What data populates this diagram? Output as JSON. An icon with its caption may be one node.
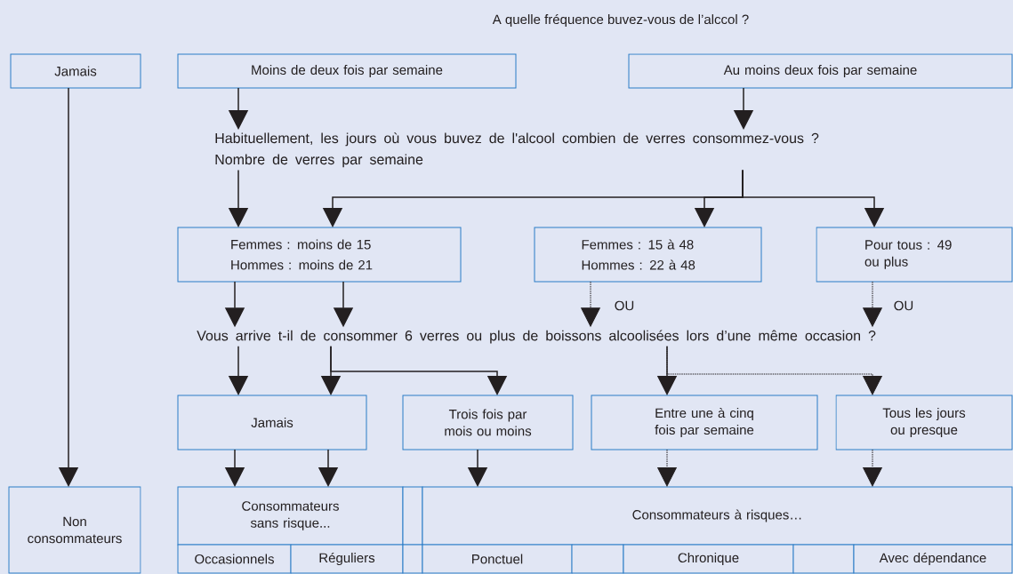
{
  "diagram": {
    "nodes": [
      {
        "text": [
          "Jamais"
        ]
      },
      {
        "text": [
          "Moins de deux fois par semaine"
        ]
      },
      {
        "text": [
          "Au moins deux fois par semaine"
        ]
      },
      {
        "text": [
          "Habituellement, les jours où vous buvez de l'alcool combien de verres consommez-vous ?",
          "Nombre de verres par semaine"
        ]
      },
      {
        "text": [
          "Femmes : moins de 15",
          "Hommes : moins de 21"
        ]
      },
      {
        "text": [
          "Femmes : 15 à 48",
          "Hommes : 22 à 48"
        ]
      },
      {
        "text": [
          "Pour tous : 49 ou plus"
        ]
      },
      {
        "text": [
          "Vous arrive t-il de consommer 6 verres ou plus de boissons alcoolisées lors d’une même occasion ?"
        ]
      },
      {
        "text": [
          "Jamais"
        ]
      },
      {
        "text": [
          "Trois fois par mois ou moins"
        ]
      },
      {
        "text": [
          "Entre une à cinq fois par semaine"
        ]
      },
      {
        "text": [
          "Tous les jours ou presque"
        ]
      },
      {
        "text": [
          "Non consommateurs"
        ]
      },
      {
        "text": [
          "Consommateurs sans risque..."
        ]
      },
      {
        "text": [],
        "shape": "box"
      },
      {
        "text": [
          "Consommateurs à risques…"
        ]
      },
      {
        "text": [
          "Occasionnels"
        ]
      },
      {
        "text": [
          "Réguliers"
        ]
      },
      {
        "text": [],
        "shape": "box"
      },
      {
        "text": [
          "Ponctuel"
        ]
      },
      {
        "text": [],
        "shape": "box"
      },
      {
        "text": [
          "Chronique"
        ]
      },
      {
        "text": [],
        "shape": "box"
      },
      {
        "text": [
          "Avec dépendance"
        ]
      }
    ],
    "edges": [
      {
        "from": 0,
        "to": 12,
        "arrow": "to"
      },
      {
        "from": 1,
        "to": 3,
        "arrow": "to"
      },
      {
        "from": 2,
        "to": 3,
        "arrow": "to"
      },
      {
        "from": 3,
        "to": 4,
        "arrow": "to"
      },
      {
        "from": 3,
        "to": 4,
        "arrow": "to"
      },
      {
        "from": 3,
        "to": 5,
        "arrow": "to"
      },
      {
        "from": 3,
        "to": 6,
        "arrow": "to"
      },
      {
        "from": 4,
        "to": 7,
        "arrow": "to"
      },
      {
        "from": 4,
        "to": 7,
        "arrow": "to"
      },
      {
        "from": 5,
        "to": 7,
        "arrow": "to",
        "style": "dashed",
        "label": "OU"
      },
      {
        "from": 6,
        "to": 7,
        "arrow": "to",
        "style": "dashed",
        "label": "OU"
      },
      {
        "from": 7,
        "to": 8,
        "arrow": "to"
      },
      {
        "from": 7,
        "to": 8,
        "arrow": "to"
      },
      {
        "from": 7,
        "to": 9,
        "arrow": "to"
      },
      {
        "from": 7,
        "to": 10,
        "arrow": "to"
      },
      {
        "from": 7,
        "to": 11,
        "arrow": "to",
        "style": "dashed"
      },
      {
        "from": 8,
        "to": 13,
        "arrow": "to"
      },
      {
        "from": 8,
        "to": 13,
        "arrow": "to"
      },
      {
        "from": 9,
        "to": 15,
        "arrow": "to"
      },
      {
        "from": 10,
        "to": 15,
        "arrow": "to",
        "style": "dashed"
      },
      {
        "from": 11,
        "to": 15,
        "arrow": "to",
        "style": "dashed"
      }
    ],
    "labels": [
      "A quelle fréquence buvez-vous de l’alccol ?"
    ]
  }
}
